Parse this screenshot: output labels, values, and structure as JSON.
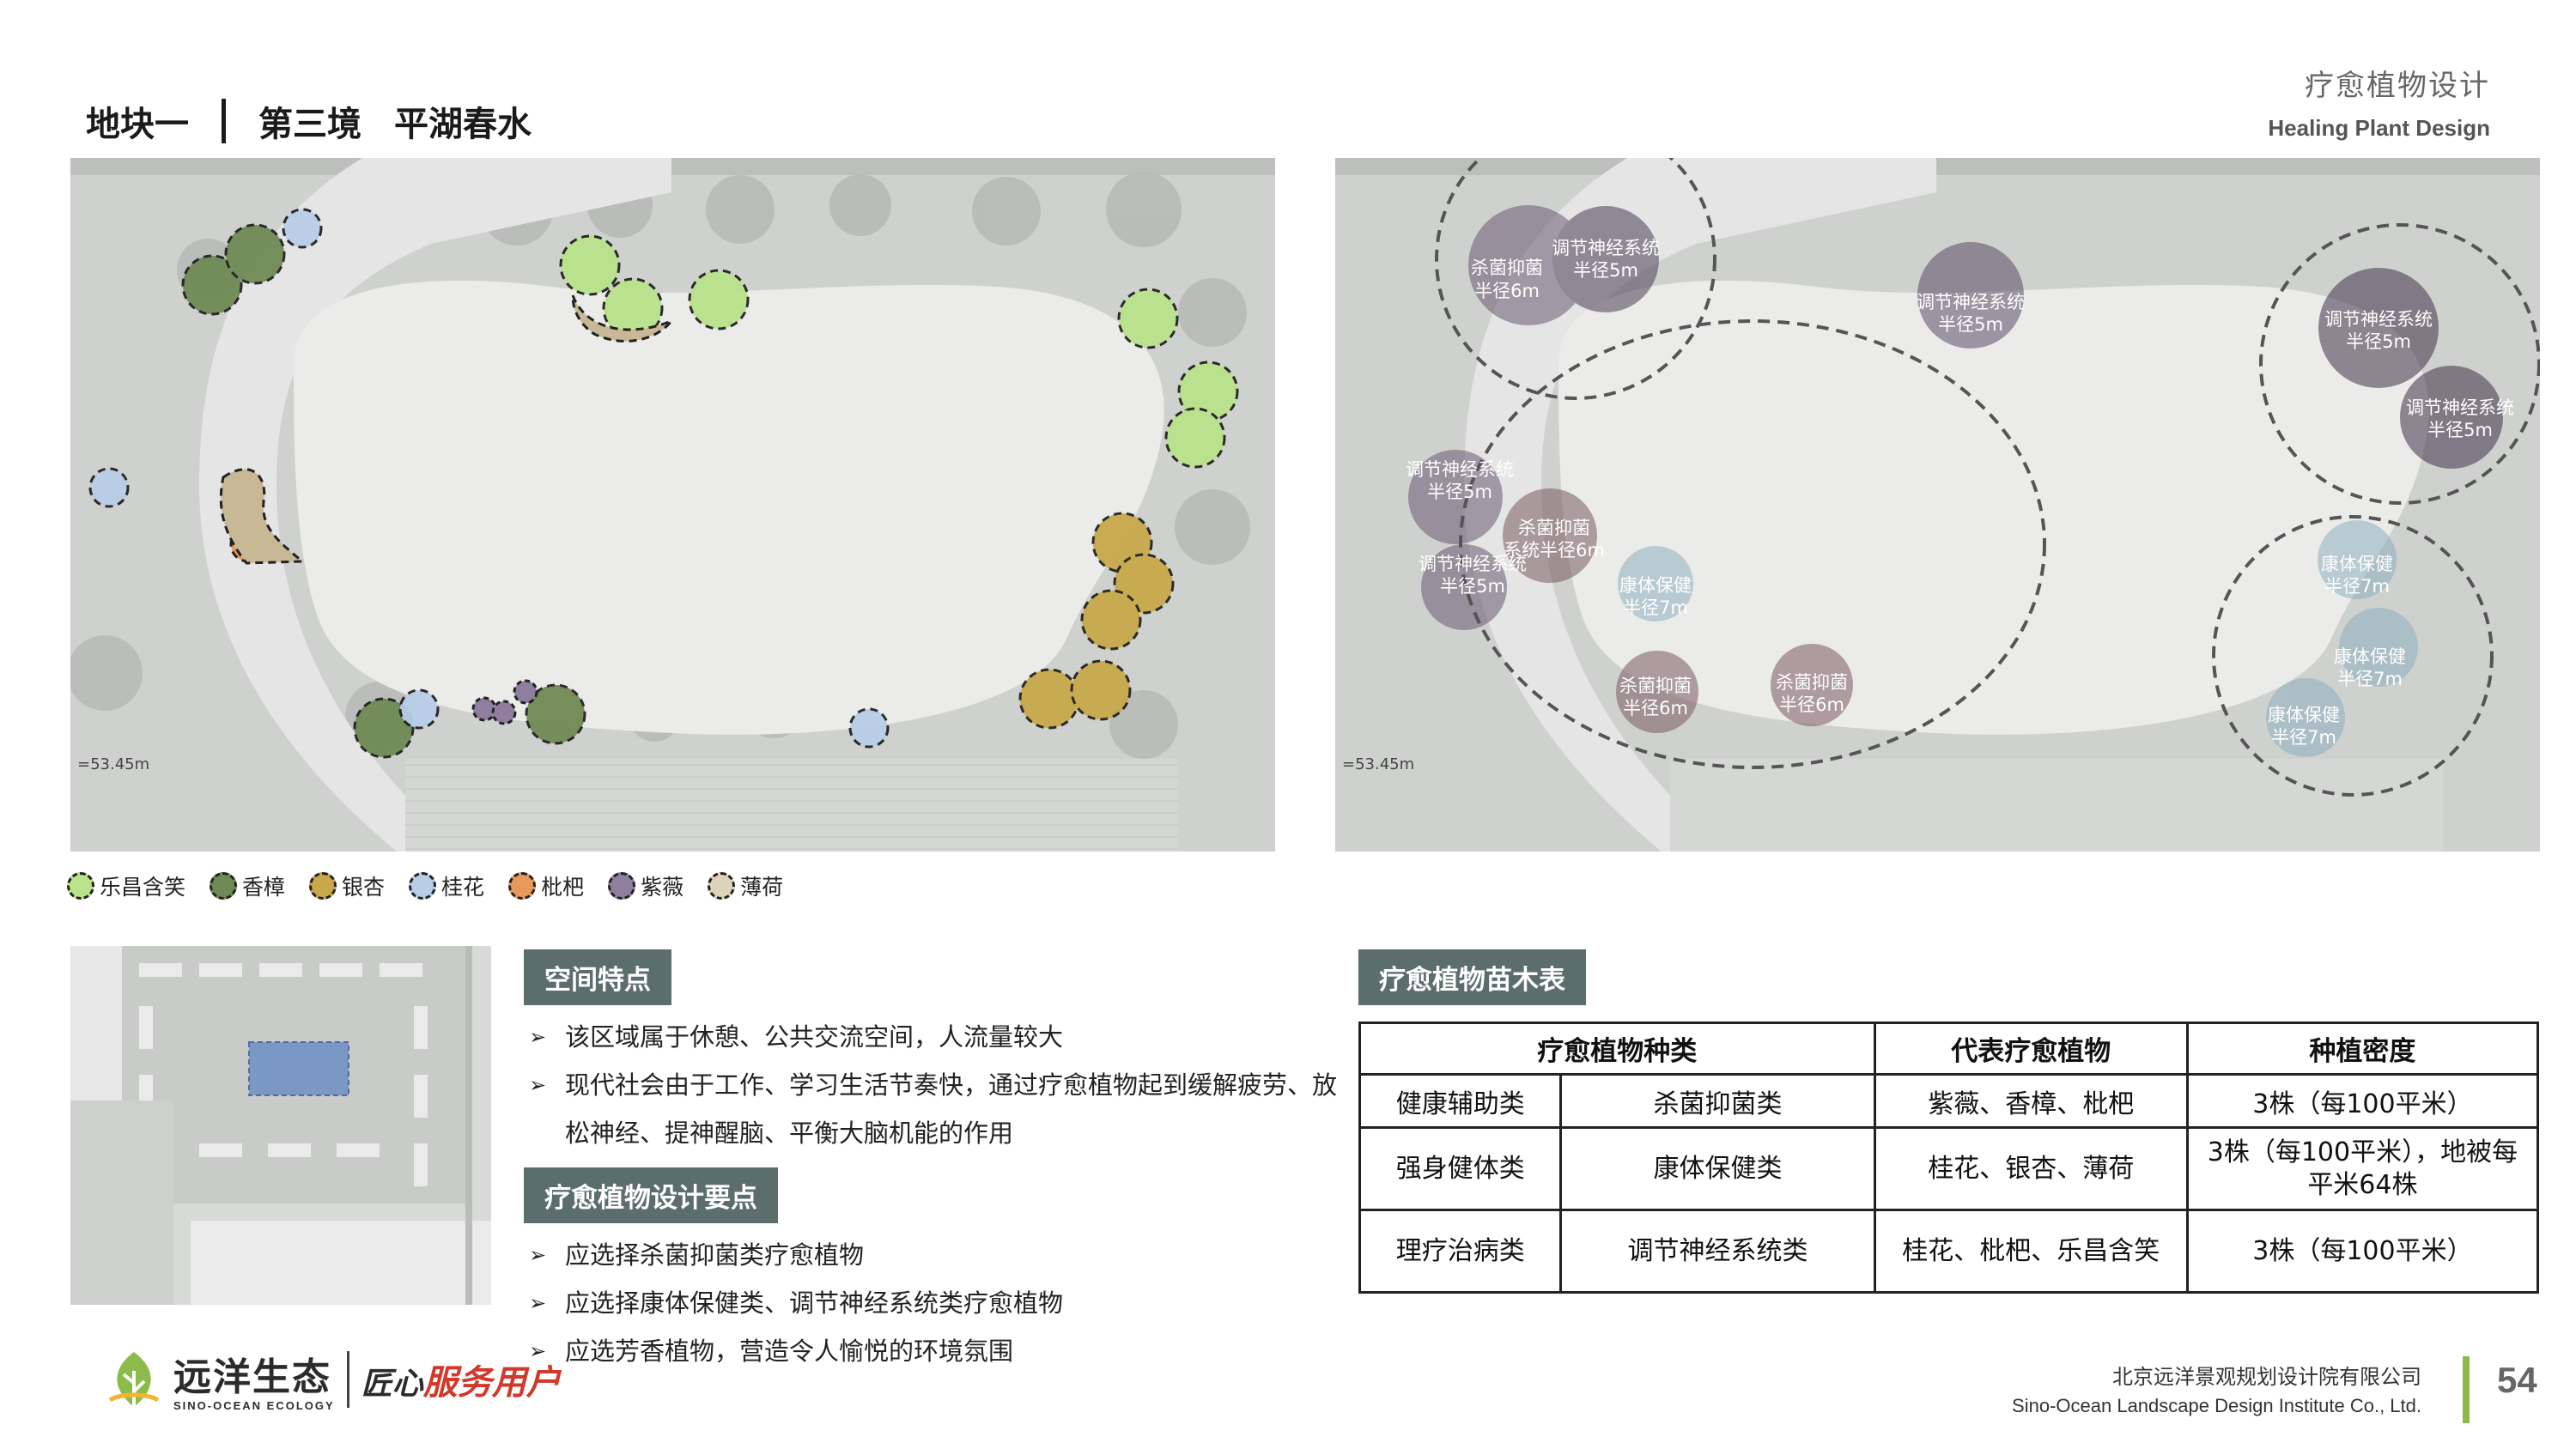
{
  "header": {
    "block": "地块一",
    "scene": "第三境",
    "scene_name": "平湖春水",
    "topic_cn": "疗愈植物设计",
    "topic_en": "Healing Plant Design"
  },
  "map_left": {
    "elevation_label": "=53.45m"
  },
  "map_right": {
    "elevation_label": "=53.45m",
    "labels": [
      {
        "name": "杀菌抑菌",
        "radius": "半径6m"
      },
      {
        "name": "调节神经系统",
        "radius": "半径5m"
      },
      {
        "name": "调节神经系统",
        "radius": "半径5m"
      },
      {
        "name": "调节神经系统",
        "radius": "半径5m"
      },
      {
        "name": "调节神经系统",
        "radius": "半径5m"
      },
      {
        "name": "调节神经系统",
        "radius": "半径5m"
      },
      {
        "name": "杀菌抑菌",
        "radius": "系统半径6m"
      },
      {
        "name": "调节神经系统",
        "radius": "半径5m"
      },
      {
        "name": "康体保健",
        "radius": "半径7m"
      },
      {
        "name": "杀菌抑菌",
        "radius": "半径6m"
      },
      {
        "name": "杀菌抑菌",
        "radius": "半径6m"
      },
      {
        "name": "康体保健",
        "radius": "半径7m"
      },
      {
        "name": "康体保健",
        "radius": "半径7m"
      },
      {
        "name": "康体保健",
        "radius": "半径7m"
      }
    ]
  },
  "legend": [
    {
      "label": "乐昌含笑",
      "color": "#b9e28a"
    },
    {
      "label": "香樟",
      "color": "#6f8a55"
    },
    {
      "label": "银杏",
      "color": "#c8a84a"
    },
    {
      "label": "桂花",
      "color": "#b8cde8"
    },
    {
      "label": "枇杷",
      "color": "#e89a5c"
    },
    {
      "label": "紫薇",
      "color": "#8f7e9e"
    },
    {
      "label": "薄荷",
      "color": "#ddd3b8"
    }
  ],
  "space_features": {
    "title": "空间特点",
    "items": [
      "该区域属于休憩、公共交流空间，人流量较大",
      "现代社会由于工作、学习生活节奏快，通过疗愈植物起到缓解疲劳、放松神经、提神醒脑、平衡大脑机能的作用"
    ]
  },
  "design_points": {
    "title": "疗愈植物设计要点",
    "items": [
      "应选择杀菌抑菌类疗愈植物",
      "应选择康体保健类、调节神经系统类疗愈植物",
      "应选芳香植物，营造令人愉悦的环境氛围"
    ]
  },
  "plant_table": {
    "title": "疗愈植物苗木表",
    "headers": [
      "疗愈植物种类",
      "代表疗愈植物",
      "种植密度"
    ],
    "rows": [
      {
        "category": "健康辅助类",
        "type": "杀菌抑菌类",
        "plants": "紫薇、香樟、枇杷",
        "density": "3株（每100平米）"
      },
      {
        "category": "强身健体类",
        "type": "康体保健类",
        "plants": "桂花、银杏、薄荷",
        "density": "3株（每100平米），地被每平米64株"
      },
      {
        "category": "理疗治病类",
        "type": "调节神经系统类",
        "plants": "桂花、枇杷、乐昌含笑",
        "density": "3株（每100平米）"
      }
    ]
  },
  "footer": {
    "logo_cn": "远洋生态",
    "logo_en": "SINO-OCEAN ECOLOGY",
    "slogan_1": "匠心",
    "slogan_2": "服务用户",
    "company_cn": "北京远洋景观规划设计院有限公司",
    "company_en": "Sino-Ocean Landscape Design Institute Co., Ltd.",
    "page_number": "54"
  }
}
